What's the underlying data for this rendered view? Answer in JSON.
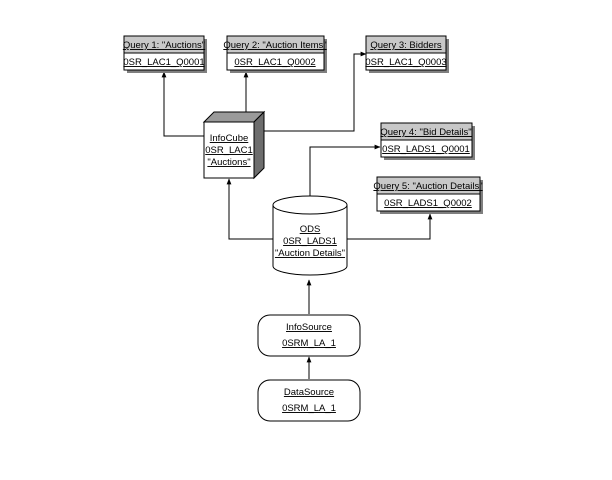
{
  "queries": [
    {
      "title": "Query 1: \"Auctions\"",
      "code": "0SR_LAC1_Q0001"
    },
    {
      "title": "Query 2: \"Auction Items\"",
      "code": "0SR_LAC1_Q0002"
    },
    {
      "title": "Query 3: Bidders",
      "code": "0SR_LAC1_Q0003"
    },
    {
      "title": "Query 4: \"Bid Details\"",
      "code": "0SR_LADS1_Q0001"
    },
    {
      "title": "Query 5: \"Auction Details\"",
      "code": "0SR_LADS1_Q0002"
    }
  ],
  "infocube": {
    "type": "InfoCube",
    "code": "0SR_LAC1",
    "name": "\"Auctions\""
  },
  "ods": {
    "type": "ODS",
    "code": "0SR_LADS1",
    "name": "\"Auction Details\""
  },
  "infosource": {
    "type": "InfoSource",
    "code": "0SRM_LA_1"
  },
  "datasource": {
    "type": "DataSource",
    "code": "0SRM_LA_1"
  }
}
